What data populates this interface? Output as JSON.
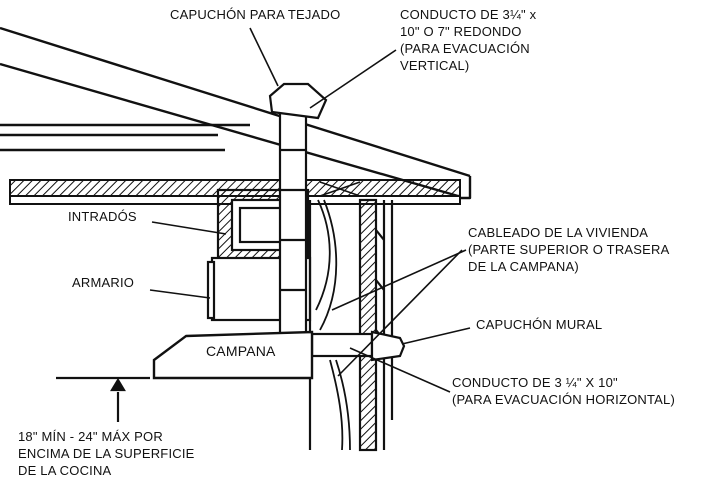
{
  "labels": {
    "roof_cap": "CAPUCHÓN PARA TEJADO",
    "vertical_duct": "CONDUCTO DE 3¼\" x\n10\" O 7\" REDONDO\n(PARA EVACUACIÓN\nVERTICAL)",
    "soffit": "INTRADÓS",
    "cabinet": "ARMARIO",
    "hood": "CAMPANA",
    "house_wiring": "CABLEADO DE LA VIVIENDA\n(PARTE SUPERIOR O TRASERA\nDE LA CAMPANA)",
    "wall_cap": "CAPUCHÓN MURAL",
    "horizontal_duct": "CONDUCTO DE 3 ¼\" X 10\"\n(PARA EVACUACIÓN HORIZONTAL)",
    "clearance": "18\" MÍN - 24\" MÁX POR\nENCIMA DE LA SUPERFICIE\nDE LA COCINA"
  }
}
